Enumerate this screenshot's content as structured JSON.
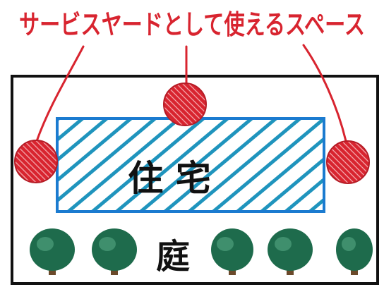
{
  "title": "サービスヤードとして使えるスペース",
  "house_label": "住 宅",
  "garden_label": "庭",
  "colors": {
    "title_red": "#d8242f",
    "circle_red": "#d8242f",
    "house_blue": "#1b7bd0",
    "house_hatch": "#1f94bd",
    "tree_green": "#1e6b4c",
    "trunk_brown": "#6b4a2b",
    "outline_black": "#111111"
  },
  "icons": {
    "service_area": "red-hatched-circle",
    "tree": "tree-icon"
  }
}
